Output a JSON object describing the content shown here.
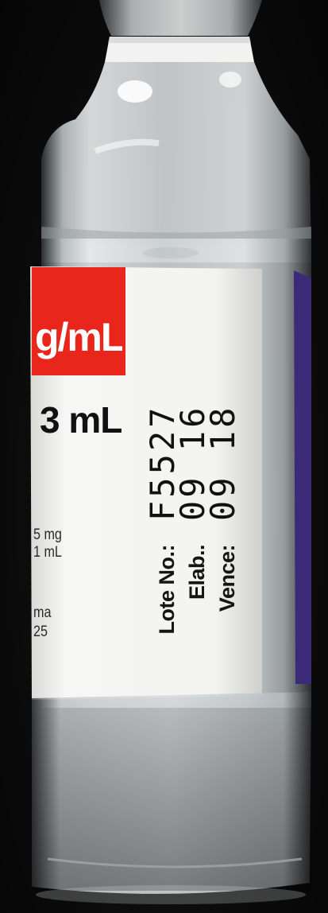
{
  "label": {
    "dose_fragment": "g/mL",
    "volume": "3 mL",
    "composition_line_1": "5 mg",
    "composition_line_2": "1 mL",
    "maker_fragment": "ma",
    "code_fragment": "25"
  },
  "lot_info": [
    {
      "key": "Lote No.:",
      "value": "F5527"
    },
    {
      "key": "Elab..",
      "value": "09 16"
    },
    {
      "key": "Vence:",
      "value": "09 18"
    }
  ],
  "colors": {
    "background": "#0b0b0b",
    "label_white": "#f4f4f2",
    "band_red": "#e8261c",
    "purple_stripe": "#3b2a78",
    "glass_highlight": "#ffffff"
  }
}
